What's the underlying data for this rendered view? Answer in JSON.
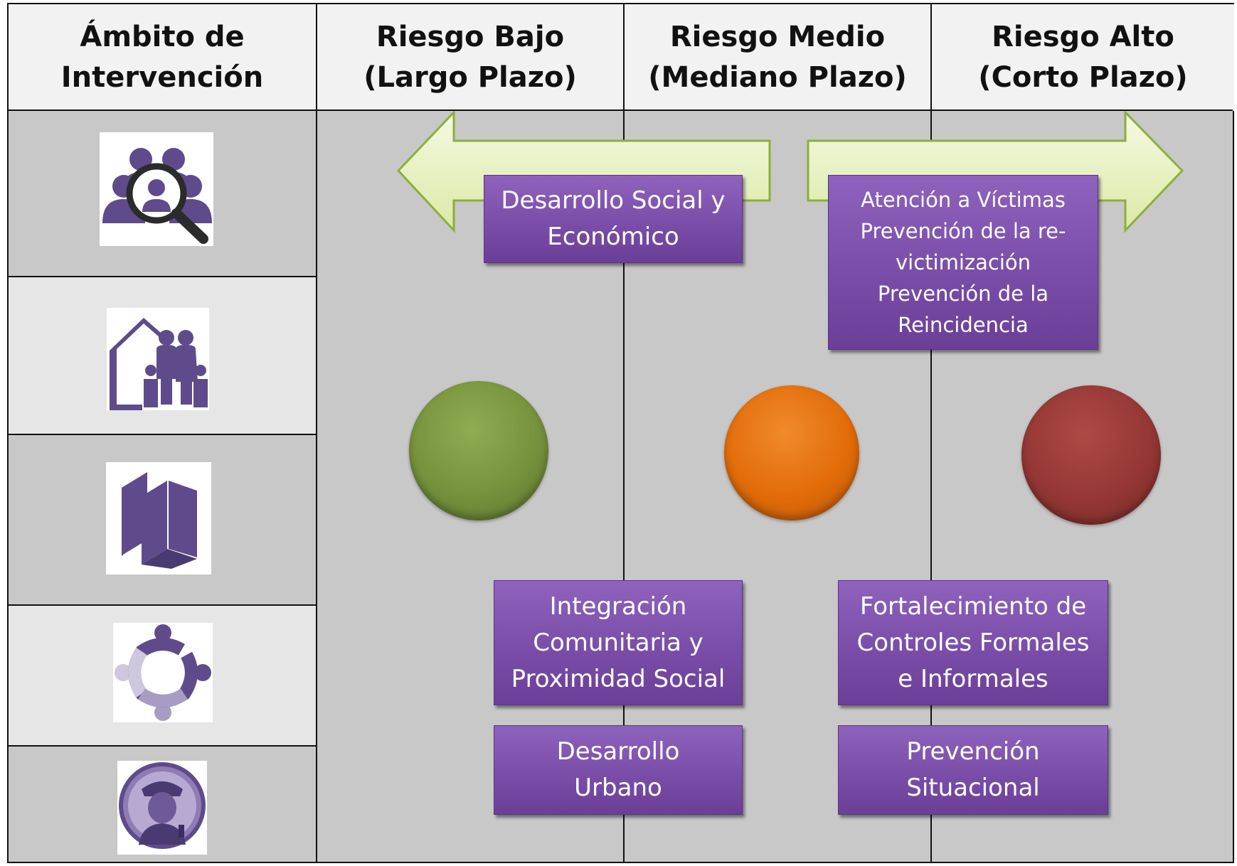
{
  "header": {
    "col1": [
      "Ámbito de",
      "Intervención"
    ],
    "col2": [
      "Riesgo Bajo",
      "(Largo Plazo)"
    ],
    "col3": [
      "Riesgo Medio",
      "(Mediano Plazo)"
    ],
    "col4": [
      "Riesgo Alto",
      "(Corto Plazo)"
    ]
  },
  "icons": {
    "row1": "people-search-icon",
    "row2": "family-home-icon",
    "row3": "books-icon",
    "row4": "community-circle-icon",
    "row5": "police-officer-icon"
  },
  "boxes": {
    "desarrollo_social": [
      "Desarrollo Social y",
      "Económico"
    ],
    "atencion": [
      "Atención a Víctimas",
      "Prevención de la re-",
      "victimización",
      "Prevención de la",
      "Reincidencia"
    ],
    "integracion": [
      "Integración",
      "Comunitaria y",
      "Proximidad Social"
    ],
    "fortalecimiento": [
      "Fortalecimiento de",
      "Controles Formales",
      "e Informales"
    ],
    "desarrollo_urbano": [
      "Desarrollo",
      "Urbano"
    ],
    "prevencion_situacional": [
      "Prevención",
      "Situacional"
    ]
  },
  "colors": {
    "low_risk": "#76923c",
    "medium_risk": "#e36c09",
    "high_risk": "#953734",
    "box_purple": "#7f55b0",
    "arrow_green": "#ebf3c8",
    "icon_purple": "#5f4b8b"
  }
}
